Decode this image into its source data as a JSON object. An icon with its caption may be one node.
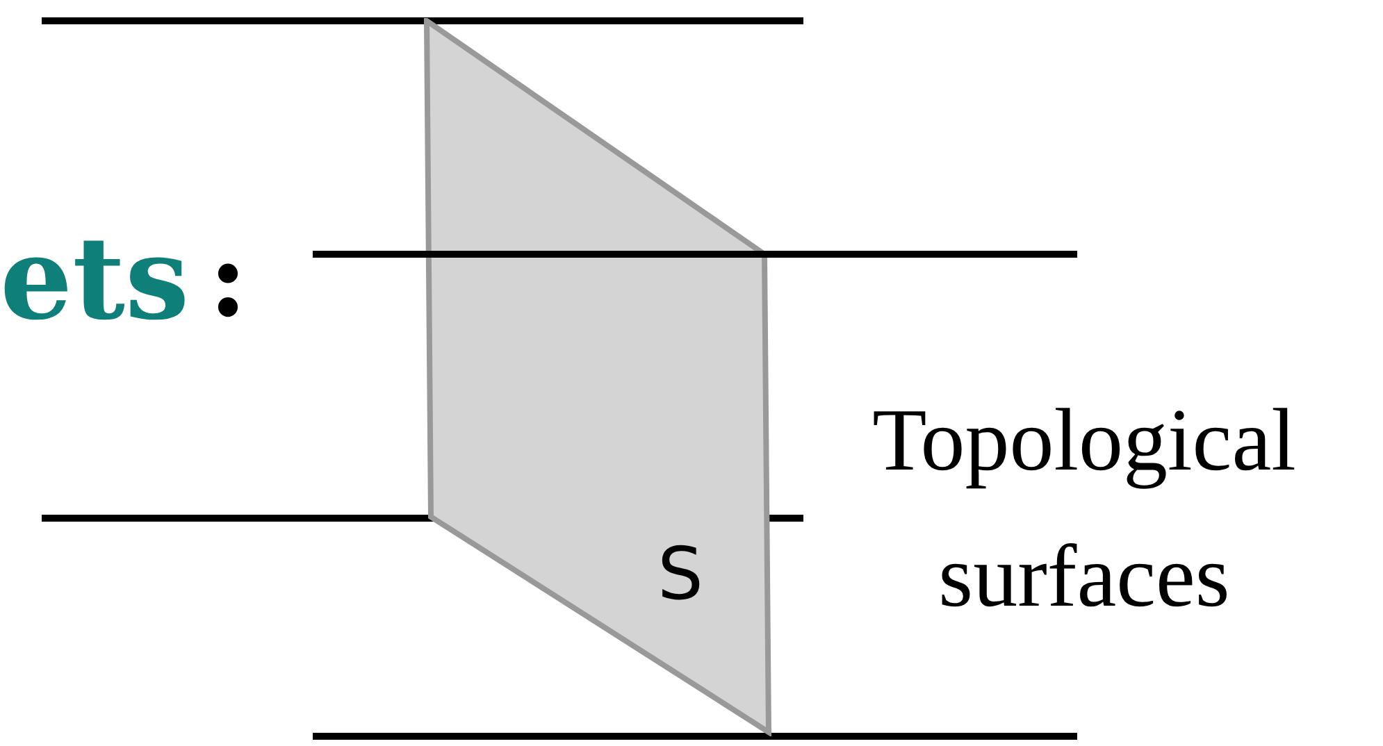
{
  "diagram": {
    "nodes": [
      {
        "text": [
          "S"
        ],
        "beside": [
          "Topological surfaces"
        ]
      }
    ],
    "edges": [],
    "labels": [
      "ets",
      ":"
    ]
  }
}
